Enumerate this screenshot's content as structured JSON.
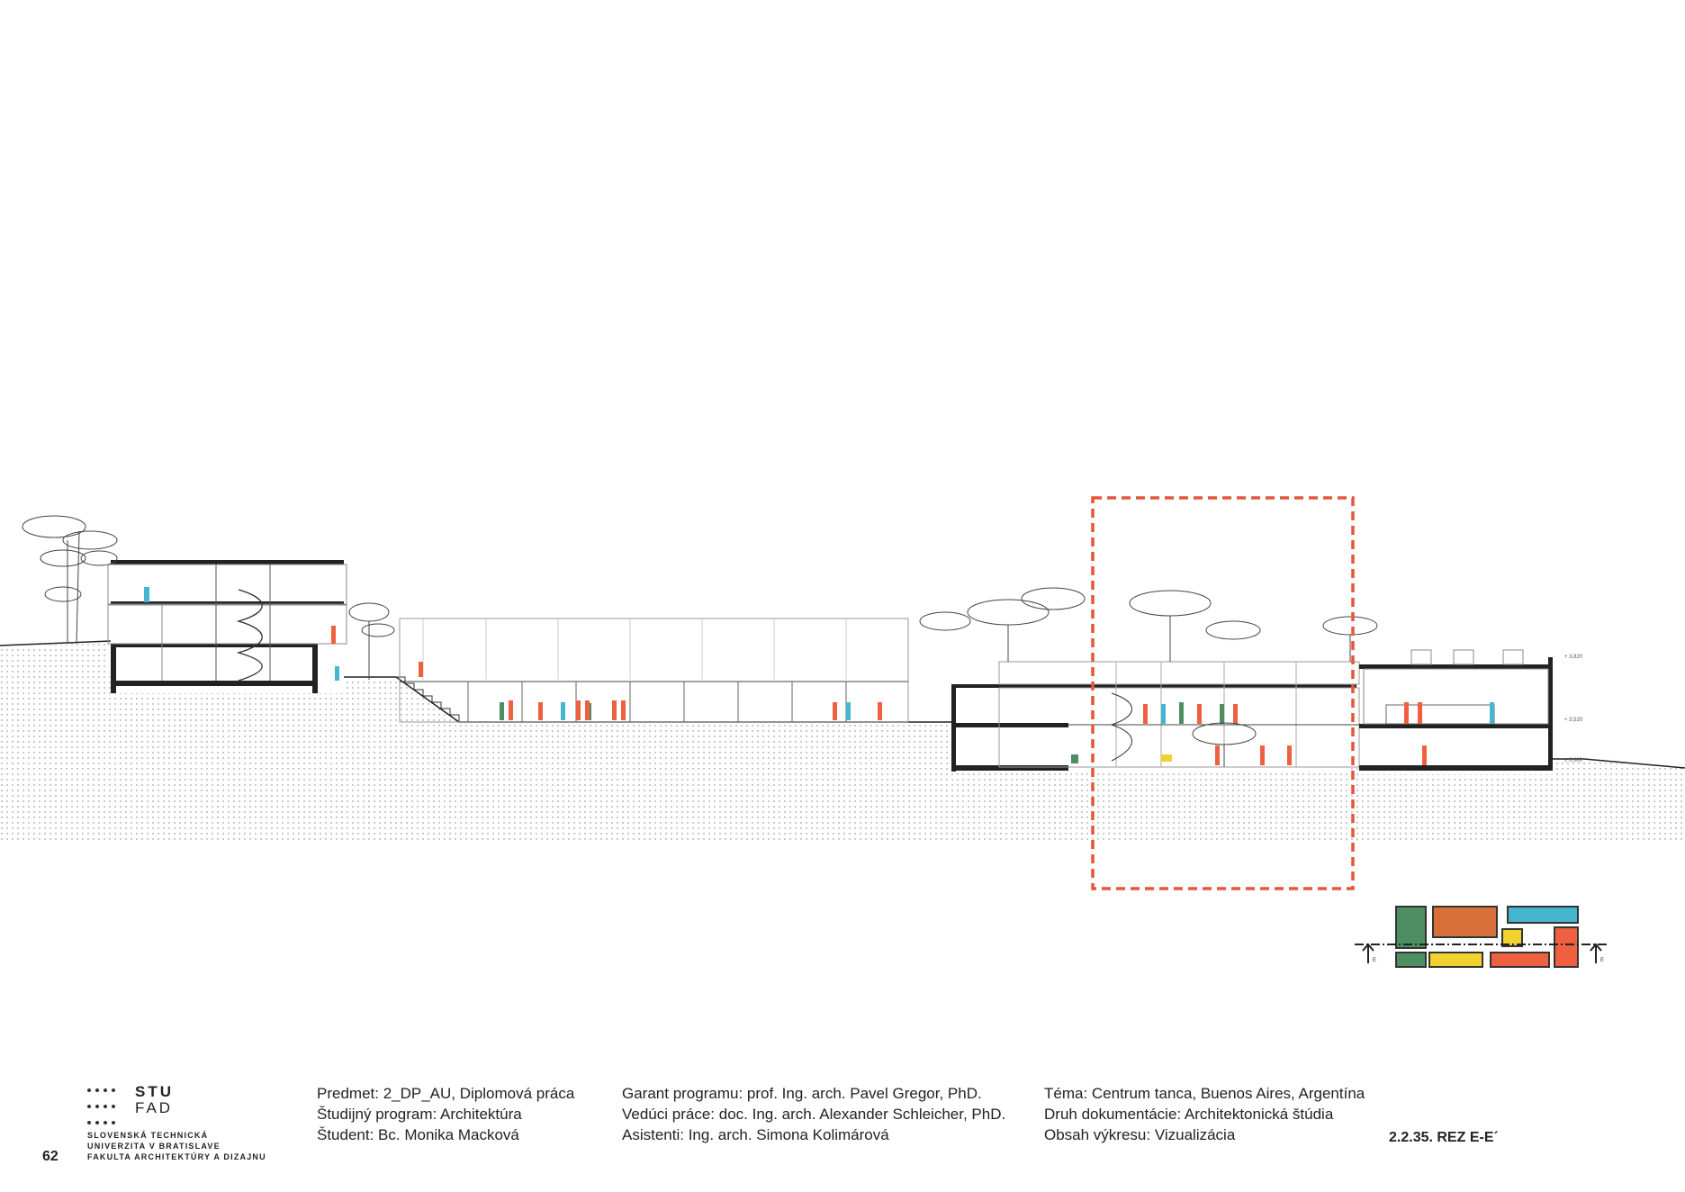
{
  "drawing": {
    "title": "2.2.35. REZ E-E´",
    "levels": [
      "+ 3,820",
      "+ 3,520",
      "± 0,000"
    ],
    "section_marker": "E",
    "highlight_color": "#e8553a",
    "colors": {
      "green": "#4e8f62",
      "orange": "#d8703a",
      "cyan": "#46b5cf",
      "yellow": "#f2d22e",
      "red": "#ef6040"
    }
  },
  "footer": {
    "logo": {
      "line1": "STU",
      "line2": "FAD"
    },
    "university": [
      "SLOVENSKÁ TECHNICKÁ",
      "UNIVERZITA V BRATISLAVE",
      "FAKULTA ARCHITEKTÚRY A DIZAJNU"
    ],
    "page_number": "62",
    "col1": [
      "Predmet: 2_DP_AU, Diplomová práca",
      "Študijný program: Architektúra",
      "Študent: Bc. Monika Macková"
    ],
    "col2": [
      "Garant programu: prof. Ing. arch. Pavel Gregor, PhD.",
      "Vedúci práce: doc. Ing. arch. Alexander Schleicher, PhD.",
      "Asistenti: Ing. arch. Simona Kolimárová"
    ],
    "col3": [
      "Téma: Centrum tanca, Buenos Aires, Argentína",
      "Druh dokumentácie: Architektonická štúdia",
      "Obsah výkresu: Vizualizácia"
    ],
    "sheet_title": "2.2.35. REZ E-E´"
  }
}
